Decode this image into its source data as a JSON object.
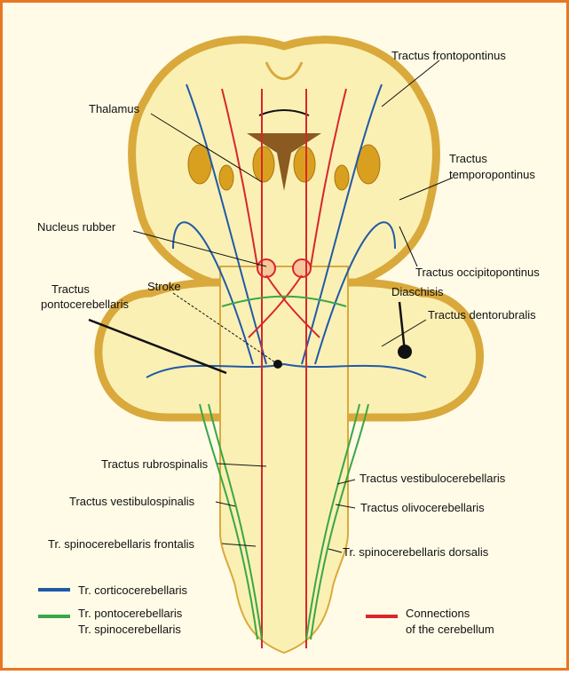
{
  "colors": {
    "frame": "#e87722",
    "background": "#fffbe6",
    "tissue_fill": "#fbf0b4",
    "tissue_edge": "#d9a93c",
    "nucleus": "#d9a020",
    "blue_tract": "#1f5aa8",
    "red_tract": "#d8262c",
    "green_tract": "#3aa648"
  },
  "labels": {
    "tractus_frontopontinus": "Tractus frontopontinus",
    "thalamus": "Thalamus",
    "tractus_temporopontinus_1": "Tractus",
    "tractus_temporopontinus_2": "temporopontinus",
    "nucleus_rubber": "Nucleus rubber",
    "tractus_occipitopontinus": "Tractus occipitopontinus",
    "tractus_pontocerebellaris_1": "Tractus",
    "tractus_pontocerebellaris_2": "pontocerebellaris",
    "stroke": "Stroke",
    "diaschisis": "Diaschisis",
    "tractus_dentorubralis": "Tractus dentorubralis",
    "tractus_rubrospinalis": "Tractus rubrospinalis",
    "tractus_vestibulocerebellaris": "Tractus vestibulocerebellaris",
    "tractus_vestibulospinalis": "Tractus vestibulospinalis",
    "tractus_olivocerebellaris": "Tractus olivocerebellaris",
    "tr_spinocerebellaris_frontalis": "Tr. spinocerebellaris frontalis",
    "tr_spinocerebellaris_dorsalis": "Tr. spinocerebellaris dorsalis"
  },
  "legend": {
    "blue": "Tr. corticocerebellaris",
    "green_1": "Tr. pontocerebellaris",
    "green_2": "Tr. spinocerebellaris",
    "red_1": "Connections",
    "red_2": "of the cerebellum"
  }
}
